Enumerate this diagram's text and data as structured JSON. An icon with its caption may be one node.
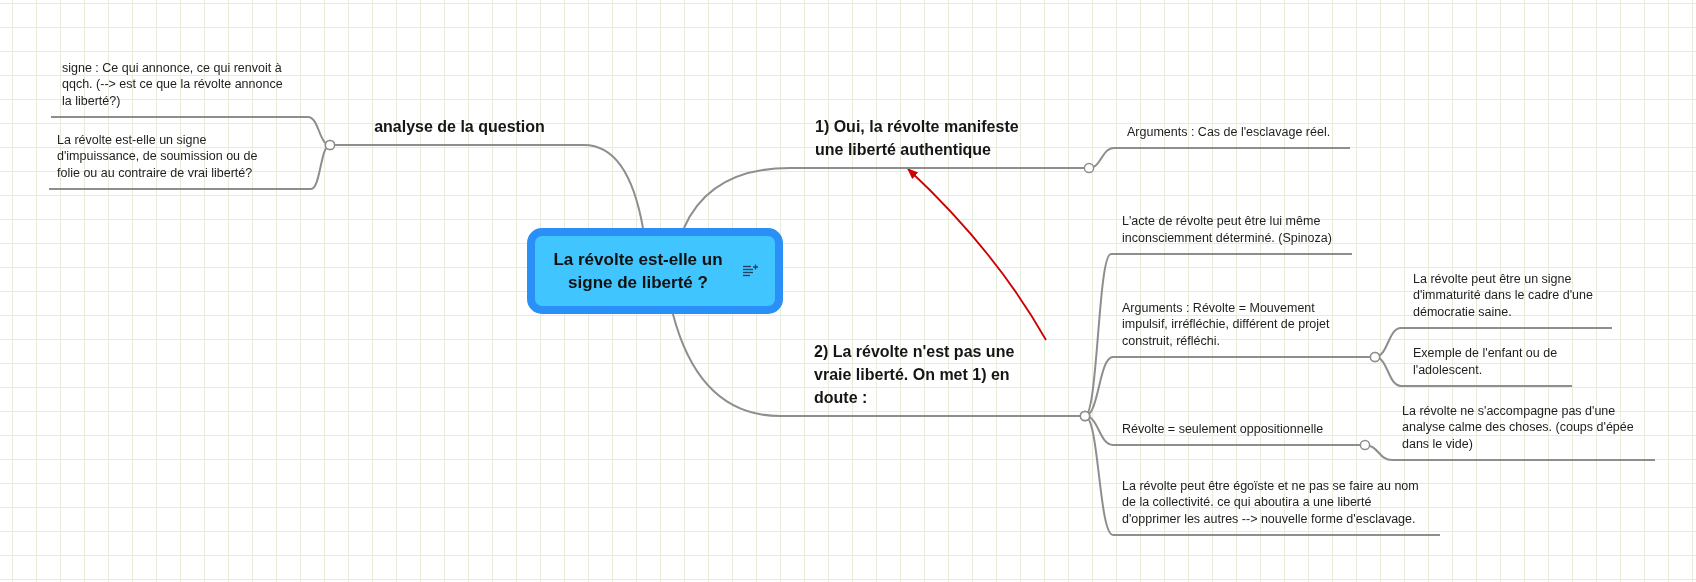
{
  "diagram": {
    "nodes": [
      {
        "text": [
          "La révolte est-elle un signe de liberté ?"
        ]
      },
      {
        "text": [
          "analyse de la question"
        ]
      },
      {
        "text": [
          "signe : Ce qui annonce, ce qui renvoit à qqch. (--> est ce que la révolte annonce la liberté?)"
        ]
      },
      {
        "text": [
          "La révolte est-elle un signe d'impuissance, de soumission ou de folie ou au contraire de vrai liberté?"
        ]
      },
      {
        "text": [
          "1) Oui, la révolte manifeste une liberté authentique"
        ]
      },
      {
        "text": [
          "Arguments : Cas de l'esclavage réel."
        ]
      },
      {
        "text": [
          "2) La révolte n'est pas une vraie liberté. On met 1) en doute :"
        ]
      },
      {
        "text": [
          "L'acte de révolte peut être lui même inconsciemment déterminé. (Spinoza)"
        ]
      },
      {
        "text": [
          "Arguments : Révolte = Mouvement impulsif, irréfléchie, différent de projet construit, réfléchi."
        ]
      },
      {
        "text": [
          "La révolte peut être un signe d'immaturité dans le cadre d'une démocratie saine."
        ]
      },
      {
        "text": [
          "Exemple de l'enfant ou de l'adolescent."
        ]
      },
      {
        "text": [
          "Révolte = seulement oppositionnelle"
        ]
      },
      {
        "text": [
          "La révolte ne s'accompagne pas d'une analyse calme des choses. (coups d'épée dans le vide)"
        ]
      },
      {
        "text": [
          "La révolte peut être égoïste et ne pas se faire au nom de la collectivité. ce qui aboutira a une liberté d'opprimer les autres --> nouvelle forme d'esclavage."
        ]
      }
    ],
    "edges": [
      {
        "from": 0,
        "to": 1,
        "arrow": "none"
      },
      {
        "from": 1,
        "to": 2,
        "arrow": "other"
      },
      {
        "from": 1,
        "to": 3,
        "arrow": "other"
      },
      {
        "from": 0,
        "to": 4,
        "arrow": "none"
      },
      {
        "from": 4,
        "to": 5,
        "arrow": "other"
      },
      {
        "from": 0,
        "to": 6,
        "arrow": "none"
      },
      {
        "from": 6,
        "to": 7,
        "arrow": "other"
      },
      {
        "from": 6,
        "to": 8,
        "arrow": "other"
      },
      {
        "from": 8,
        "to": 9,
        "arrow": "other"
      },
      {
        "from": 8,
        "to": 10,
        "arrow": "other"
      },
      {
        "from": 6,
        "to": 11,
        "arrow": "other"
      },
      {
        "from": 11,
        "to": 12,
        "arrow": "other"
      },
      {
        "from": 6,
        "to": 13,
        "arrow": "other"
      },
      {
        "from": 6,
        "to": 4,
        "arrow": "to",
        "color": "#cc0000"
      }
    ]
  }
}
